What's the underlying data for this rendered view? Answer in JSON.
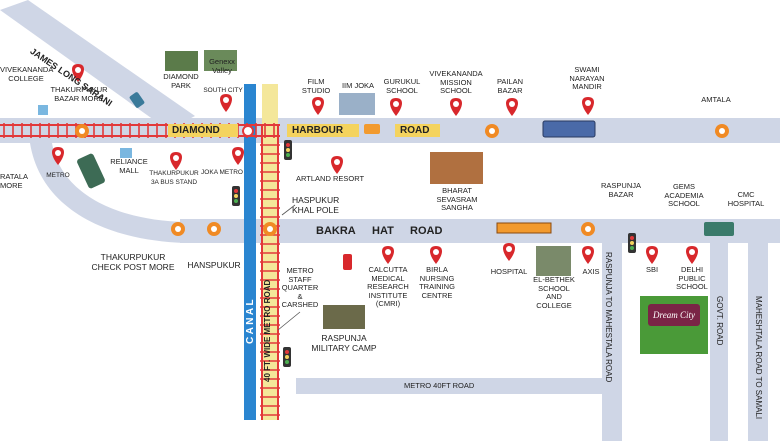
{
  "roads": {
    "james_long": "JAMES LONG SARANI",
    "diamond": "DIAMOND",
    "harbour": "HARBOUR",
    "road": "ROAD",
    "bakra": "BAKRA",
    "hat": "HAT",
    "bakra_road": "ROAD",
    "canal": "C A N A L",
    "metro_road": "40 FT. WIDE METRO ROAD",
    "metro_40": "METRO 40FT ROAD",
    "raspunja_road": "RASPUNJA TO MAHESTALA ROAD",
    "govt_road": "GOVT. ROAD",
    "samali_road": "MAHESHTALA ROAD TO SAMALI"
  },
  "places": {
    "vivekananda_college": "VIVEKANANDA\nCOLLEGE",
    "thakurpukur_bazar": "THAKURPUKUR\nBAZAR MORE",
    "diamond_park": "DIAMOND\nPARK",
    "genexx": "Genexx\nValley",
    "south_city": "SOUTH CITY",
    "film_studio": "FILM\nSTUDIO",
    "iim_joka": "IIM JOKA",
    "gurukul": "GURUKUL\nSCHOOL",
    "vivek_mission": "VIVEKANANDA\nMISSION\nSCHOOL",
    "pailan": "PAILAN\nBAZAR",
    "swami": "SWAMI\nNARAYAN\nMANDIR",
    "amtala": "AMTALA",
    "ratala": "RATALA\nMORE",
    "metro": "METRO",
    "reliance": "RELIANCE\nMALL",
    "thakurpukur_3a": "THAKURPUKUR\n3A BUS STAND",
    "joka_metro": "JOKA METRO",
    "artland": "ARTLAND RESORT",
    "bharat": "BHARAT\nSEVASRAM\nSANGHA",
    "haspukur": "HASPUKUR\nKHAL POLE",
    "raspunja_bazar": "RASPUNJA\nBAZAR",
    "gems": "GEMS\nACADEMIA\nSCHOOL",
    "cmc": "CMC\nHOSPITAL",
    "thakurpukur_check": "THAKURPUKUR\nCHECK POST MORE",
    "hanspukur": "HANSPUKUR",
    "metro_staff": "METRO\nSTAFF\nQUARTER\n&\nCARSHED",
    "cmri": "CALCUTTA\nMEDICAL\nRESEARCH\nINSTITUTE\n(CMRI)",
    "birla": "BIRLA\nNURSING\nTRAINING\nCENTRE",
    "hospital": "HOSPITAL",
    "el_bethek": "EL-BETHEK\nSCHOOL\nAND\nCOLLEGE",
    "axis": "AXIS",
    "sbi": "SBI",
    "delhi_public": "DELHI\nPUBLIC\nSCHOOL",
    "raspunja_camp": "RASPUNJA\nMILITARY CAMP",
    "dream_city": "Dream City"
  },
  "colors": {
    "road": "#cfd6e6",
    "rail": "#e2383a",
    "canal": "#2a85d0",
    "metro_road": "#f4e79a",
    "marker": "#d8282c",
    "junction": "#f08a24",
    "dream_green": "#4a9a38",
    "dream_logo": "#7a2446"
  }
}
